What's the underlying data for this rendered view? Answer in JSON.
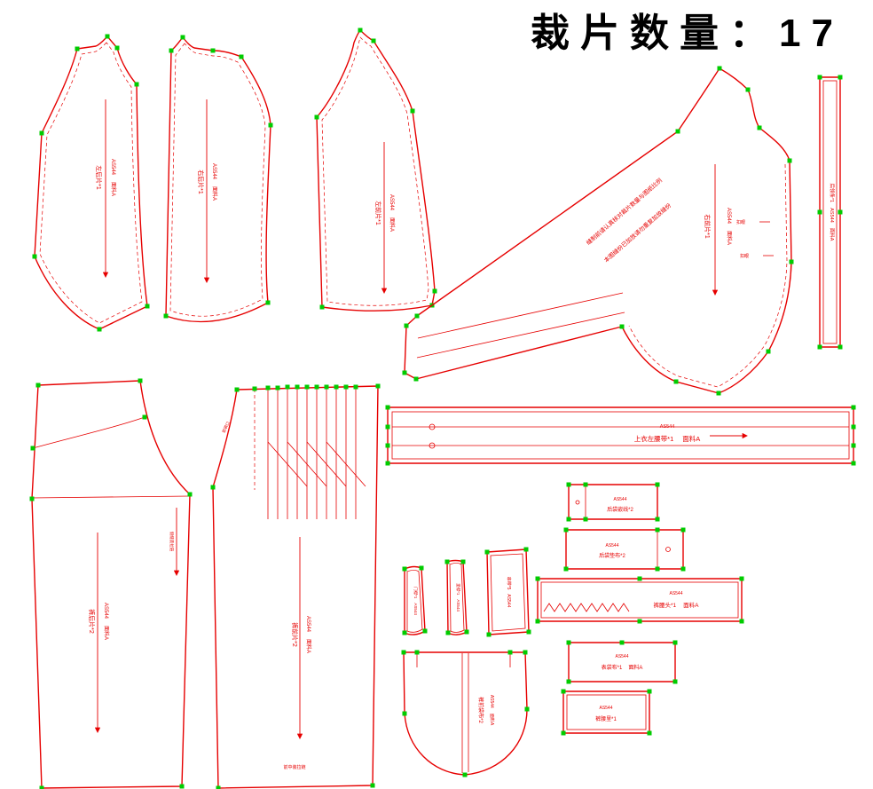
{
  "title": "裁片数量：17",
  "colors": {
    "outline": "#e60000",
    "marker": "#00cc00",
    "title": "#000000"
  },
  "pieces": {
    "back_left": {
      "name": "左后片*1",
      "code": "AS544",
      "fabric": "面料A"
    },
    "back_right": {
      "name": "右后片*1",
      "code": "AS544",
      "fabric": "面料A"
    },
    "front_left": {
      "name": "左前片*1",
      "code": "AS544",
      "fabric": "面料A"
    },
    "front_right": {
      "name": "右前片*1",
      "code": "AS544",
      "fabric": "面料A",
      "note1": "缝制前请认真核对裁片数量与图纸比例",
      "note2": "本图缝份已加放请勿重复加放缝份",
      "buttonhole": "扣眼"
    },
    "collar_strip": {
      "name": "后领条*1",
      "code": "AS544",
      "fabric": "面料A"
    },
    "waistband_left": {
      "name": "上衣左腰带*1",
      "code": "AS544",
      "fabric": "面料A"
    },
    "pants_back": {
      "name": "裤后片*2",
      "code": "AS544",
      "fabric": "面料A",
      "side_note": "侧缝装拉链"
    },
    "pants_front": {
      "name": "裤前片*2",
      "code": "AS544",
      "fabric": "面料A",
      "pocket_note": "前袋口",
      "bottom_note": "前中装拉链"
    },
    "fly_left": {
      "name": "门襟*1",
      "code": "AS544"
    },
    "fly_right": {
      "name": "里襟*1",
      "code": "AS544"
    },
    "belt_loop": {
      "name": "串带*5",
      "code": "AS544"
    },
    "pocket_bag": {
      "name": "裤前袋布*2",
      "code": "AS544",
      "fabric": "面料A"
    },
    "welt": {
      "name": "后袋嵌线*2",
      "code": "AS544"
    },
    "pocket_facing": {
      "name": "后袋垫布*2",
      "code": "AS544"
    },
    "pants_waistband": {
      "name": "裤腰头*1",
      "code": "AS544",
      "fabric": "面料A"
    },
    "chest_pocket": {
      "name": "表袋布*1",
      "code": "AS544",
      "fabric": "面料A"
    },
    "waistband_lining": {
      "name": "裤腰里*1",
      "code": "AS544"
    }
  }
}
